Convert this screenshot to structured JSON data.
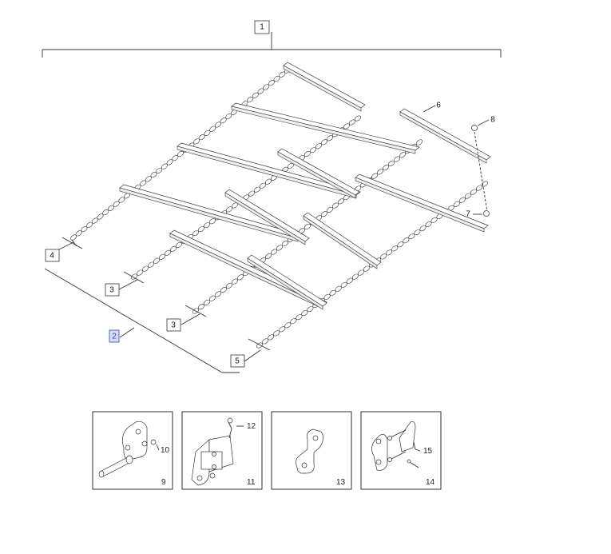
{
  "callouts": {
    "c1": "1",
    "c2": "2",
    "c3a": "3",
    "c3b": "3",
    "c4": "4",
    "c5": "5",
    "c6": "6",
    "c7": "7",
    "c8": "8"
  },
  "details": [
    {
      "id": "detail-9",
      "number": "9",
      "extra": "10"
    },
    {
      "id": "detail-11",
      "number": "11",
      "extra": "12"
    },
    {
      "id": "detail-13",
      "number": "13",
      "extra": ""
    },
    {
      "id": "detail-14",
      "number": "14",
      "extra": "15"
    }
  ],
  "colors": {
    "line": "#333333",
    "highlight": "#2b48b8",
    "highlight_fill": "#d6dcf5"
  }
}
